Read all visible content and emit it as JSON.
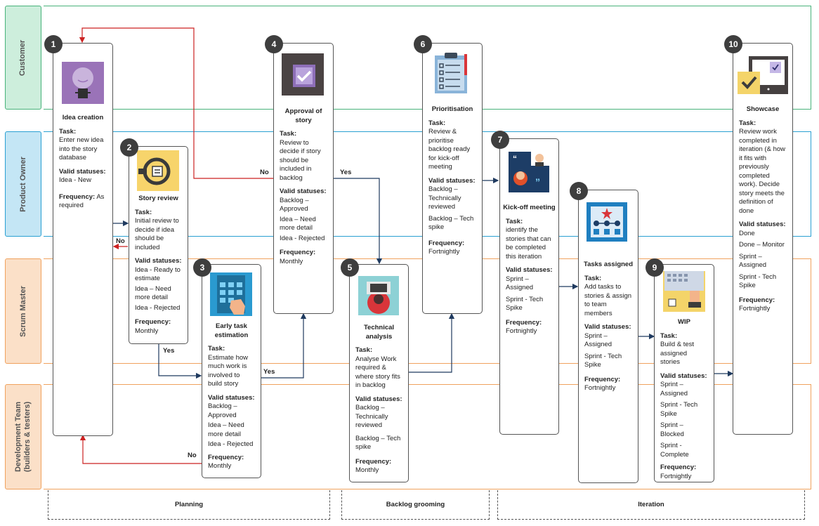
{
  "lanes": {
    "customer": "Customer",
    "product_owner": "Product Owner",
    "scrum_master": "Scrum Master",
    "dev_team": "Development Team\n(builders & testers)"
  },
  "colors": {
    "customer": "#48b27a",
    "product_owner": "#2aa0d2",
    "scrum_master": "#f0a25e",
    "dev_team": "#f0a25e",
    "arrow_blue": "#1f3a5f",
    "arrow_red": "#cc2222"
  },
  "labels": {
    "task": "Task:",
    "valid": "Valid statuses:",
    "freq": "Frequency:"
  },
  "cards": [
    {
      "num": "1",
      "title": "Idea creation",
      "icon": "lightbulb-icon",
      "task": "Enter new idea into the story database",
      "statuses": [
        "Idea - New"
      ],
      "frequency": "As required"
    },
    {
      "num": "2",
      "title": "Story review",
      "icon": "magnifier-icon",
      "task": "Initial review to decide if idea should be included",
      "statuses": [
        "Idea - Ready to estimate",
        "Idea – Need more detail",
        "Idea - Rejected"
      ],
      "frequency": "Monthly"
    },
    {
      "num": "3",
      "title": "Early task estimation",
      "icon": "calculator-icon",
      "task": "Estimate how much work is involved to build story",
      "statuses": [
        "Backlog – Approved",
        "Idea – Need more detail",
        " Idea - Rejected"
      ],
      "frequency": "Monthly"
    },
    {
      "num": "4",
      "title": "Approval of story",
      "icon": "checkbox-icon",
      "task": "Review to decide if story should be included in backlog",
      "statuses": [
        "Backlog – Approved",
        "Idea – Need more detail",
        "Idea - Rejected"
      ],
      "frequency": "Monthly"
    },
    {
      "num": "5",
      "title": "Technical analysis",
      "icon": "developer-icon",
      "task": "Analyse Work required & where story fits in backlog",
      "statuses": [
        "Backlog – Technically reviewed",
        "Backlog – Tech spike"
      ],
      "frequency": "Monthly"
    },
    {
      "num": "6",
      "title": "Prioritisation",
      "icon": "clipboard-icon",
      "task": "Review & prioritise backlog ready for kick-off meeting",
      "statuses": [
        "Backlog – Technically reviewed",
        "Backlog – Tech spike"
      ],
      "frequency": "Fortnightly"
    },
    {
      "num": "7",
      "title": "Kick-off meeting",
      "icon": "meeting-icon",
      "task": "identify the stories that can be completed this iteration",
      "statuses": [
        "Sprint – Assigned",
        "Sprint - Tech Spike"
      ],
      "frequency": "Fortnightly"
    },
    {
      "num": "8",
      "title": "Tasks assigned",
      "icon": "task-board-icon",
      "task": "Add tasks to stories & assign to team members",
      "statuses": [
        "Sprint – Assigned",
        "Sprint - Tech Spike"
      ],
      "frequency": "Fortnightly"
    },
    {
      "num": "9",
      "title": "WIP",
      "icon": "laptop-icon",
      "task": "Build & test assigned stories",
      "statuses": [
        "Sprint – Assigned",
        "Sprint - Tech Spike",
        "Sprint – Blocked",
        "Sprint - Complete"
      ],
      "frequency": "Fortnightly"
    },
    {
      "num": "10",
      "title": "Showcase",
      "icon": "presentation-icon",
      "task": "Review work completed in iteration (& how it fits with previously completed work). Decide story meets the definition of done",
      "statuses": [
        "Done",
        "Done – Monitor",
        "Sprint – Assigned",
        "Sprint - Tech Spike"
      ],
      "frequency": "Fortnightly"
    }
  ],
  "connectors": {
    "yes": "Yes",
    "no": "No"
  },
  "phases": {
    "planning": "Planning",
    "backlog_grooming": "Backlog grooming",
    "iteration": "Iteration"
  }
}
